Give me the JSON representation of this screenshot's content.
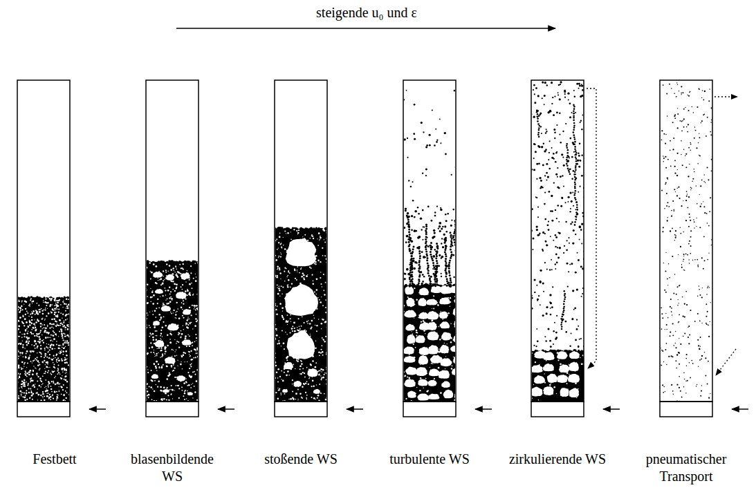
{
  "diagram": {
    "nodes": [
      {
        "text": [
          "Festbett"
        ]
      },
      {
        "text": [
          "blasenbildende WS"
        ]
      },
      {
        "text": [
          "stoßende WS"
        ]
      },
      {
        "text": [
          "turbulente WS"
        ]
      },
      {
        "text": [
          "zirkulierende WS"
        ]
      },
      {
        "text": [
          "pneumatischer Transport"
        ]
      }
    ],
    "labels": [
      "steigende u₀ und ε"
    ]
  }
}
